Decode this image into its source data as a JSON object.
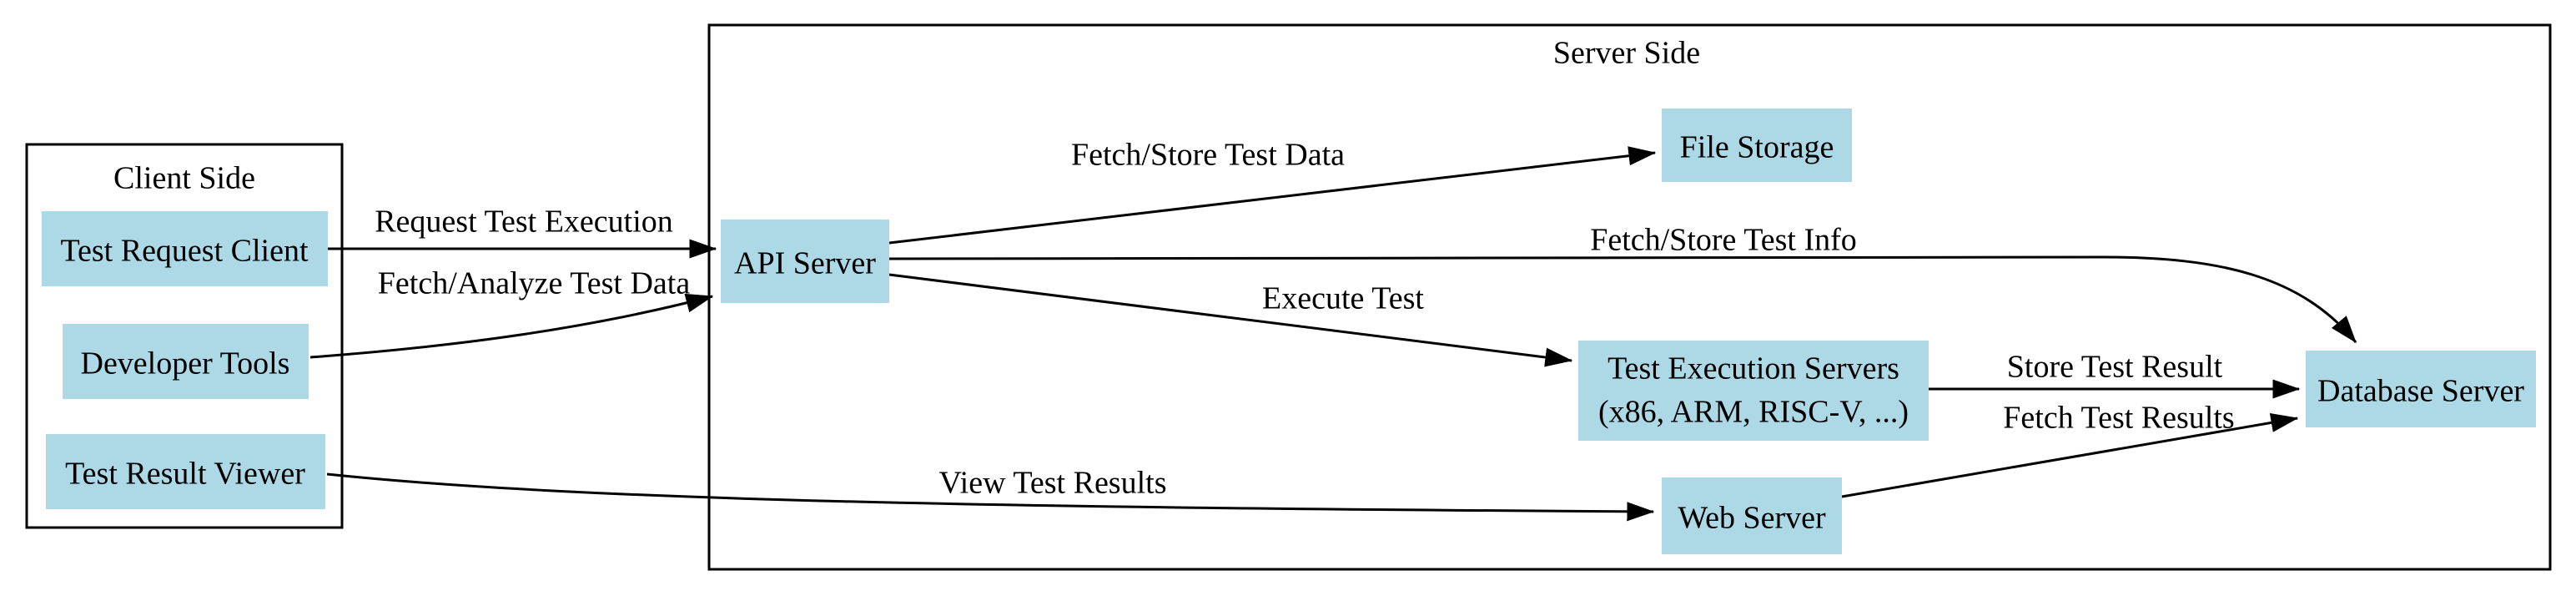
{
  "diagram": {
    "colors": {
      "node_fill": "#ADD8E6",
      "line": "#000000",
      "text": "#000000",
      "background": "#FFFFFF"
    },
    "clusters": {
      "client_side": {
        "title": "Client Side"
      },
      "server_side": {
        "title": "Server Side"
      }
    },
    "nodes": {
      "test_request_client": {
        "label": "Test Request Client"
      },
      "developer_tools": {
        "label": "Developer Tools"
      },
      "test_result_viewer": {
        "label": "Test Result Viewer"
      },
      "api_server": {
        "label": "API Server"
      },
      "file_storage": {
        "label": "File Storage"
      },
      "test_execution_servers": {
        "label_line1": "Test Execution Servers",
        "label_line2": "(x86, ARM, RISC-V, ...)"
      },
      "database_server": {
        "label": "Database Server"
      },
      "web_server": {
        "label": "Web Server"
      }
    },
    "edges": {
      "request_test_execution": {
        "label": "Request Test Execution",
        "from": "test_request_client",
        "to": "api_server"
      },
      "fetch_analyze_test_data": {
        "label": "Fetch/Analyze Test Data",
        "from": "developer_tools",
        "to": "api_server"
      },
      "fetch_store_test_data": {
        "label": "Fetch/Store Test Data",
        "from": "api_server",
        "to": "file_storage"
      },
      "fetch_store_test_info": {
        "label": "Fetch/Store Test Info",
        "from": "api_server",
        "to": "database_server"
      },
      "execute_test": {
        "label": "Execute Test",
        "from": "api_server",
        "to": "test_execution_servers"
      },
      "store_test_result": {
        "label": "Store Test Result",
        "from": "test_execution_servers",
        "to": "database_server"
      },
      "fetch_test_results": {
        "label": "Fetch Test Results",
        "from": "web_server",
        "to": "database_server"
      },
      "view_test_results": {
        "label": "View Test Results",
        "from": "test_result_viewer",
        "to": "web_server"
      }
    }
  }
}
